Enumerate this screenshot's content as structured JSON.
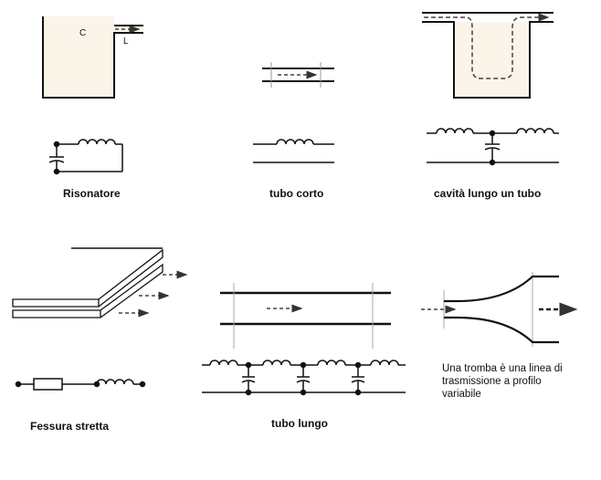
{
  "letters": {
    "c": "C",
    "l": "L"
  },
  "labels": {
    "risonatore": "Risonatore",
    "tubo_corto": "tubo corto",
    "cavita": "cavità lungo un tubo",
    "fessura": "Fessura stretta",
    "tubo_lungo": "tubo lungo"
  },
  "note": {
    "line1": "Una tromba è una linea di",
    "line2": "trasmissione a profilo",
    "line3": "variabile"
  },
  "colors": {
    "ink": "#111111",
    "resonator_fill": "#fbf5e9",
    "arrow": "#444444"
  }
}
